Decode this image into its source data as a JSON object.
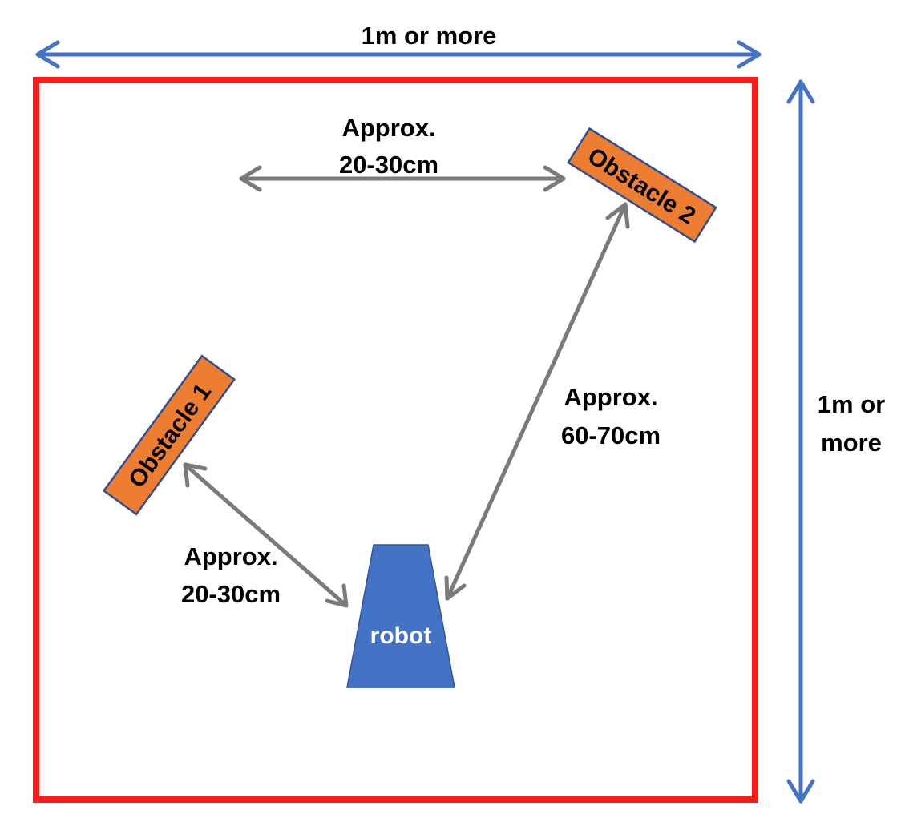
{
  "dimensions": {
    "width_label": "1m or more",
    "height_label_line1": "1m or",
    "height_label_line2": "more"
  },
  "obstacles": {
    "obstacle_1": "Obstacle 1",
    "obstacle_2": "Obstacle 2"
  },
  "robot": {
    "label": "robot"
  },
  "distances": {
    "between_obstacles": {
      "line1": "Approx.",
      "line2": "20-30cm"
    },
    "robot_to_obstacle_1": {
      "line1": "Approx.",
      "line2": "20-30cm"
    },
    "robot_to_obstacle_2": {
      "line1": "Approx.",
      "line2": "60-70cm"
    }
  },
  "colors": {
    "arena_border": "#ff1a1a",
    "dimension_arrow": "#4472c4",
    "distance_arrow": "#7a7a7a",
    "obstacle_fill": "#ed7d31",
    "obstacle_stroke": "#2f4f8f",
    "robot_fill": "#4472c4"
  }
}
